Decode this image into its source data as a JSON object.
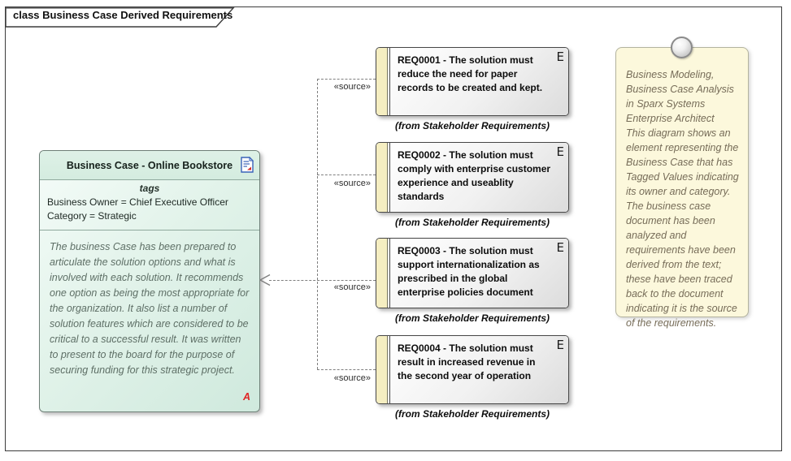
{
  "frame": {
    "title": "class Business Case Derived Requirements"
  },
  "business_case": {
    "title": "Business Case - Online Bookstore",
    "tags_heading": "tags",
    "tags": [
      "Business Owner = Chief Executive Officer",
      "Category = Strategic"
    ],
    "notes": "The business Case has been prepared to articulate the solution options and what is involved with each solution. It recommends one option as being the most appropriate for the organization. It also list a number of solution features which are considered to be critical to a successful result. It was written to present to the board for the purpose of securing funding for this strategic project.",
    "artifact_letter": "A",
    "header_icon": "document-icon"
  },
  "requirements": [
    {
      "title": "REQ0001 - The solution must reduce the need for paper records to be created and kept.",
      "external_indicator": "E",
      "from_label": "(from Stakeholder Requirements)"
    },
    {
      "title": "REQ0002 - The solution must comply with enterprise customer experience and useablity standards",
      "external_indicator": "E",
      "from_label": "(from Stakeholder Requirements)"
    },
    {
      "title": "REQ0003 - The solution must support internationalization as prescribed in the global enterprise policies document",
      "external_indicator": "E",
      "from_label": "(from Stakeholder Requirements)"
    },
    {
      "title": "REQ0004 - The solution must result in increased revenue in the second year of operation",
      "external_indicator": "E",
      "from_label": "(from Stakeholder Requirements)"
    }
  ],
  "connectors": {
    "stereotype": "«source»",
    "style": "dashed",
    "arrow": "open-arrow pointing to business case"
  },
  "note": {
    "heading": "Business Modeling, Business Case Analysis in Sparx Systems Enterprise Architect",
    "body": "This diagram shows an element representing the Business Case that has Tagged Values indicating its owner and category. The business case document has been analyzed and requirements have been derived from the text; these have been traced back to the document indicating it is the source of the requirements."
  },
  "colors": {
    "business_case_fill": "#d4ecdf",
    "requirement_strip": "#f5eec1",
    "requirement_body": "#e8e8e8",
    "note_fill": "#fcf8dc",
    "artifact_letter": "#e02424",
    "connector": "#7f7f7f",
    "frame_border": "#3c3c3c"
  }
}
